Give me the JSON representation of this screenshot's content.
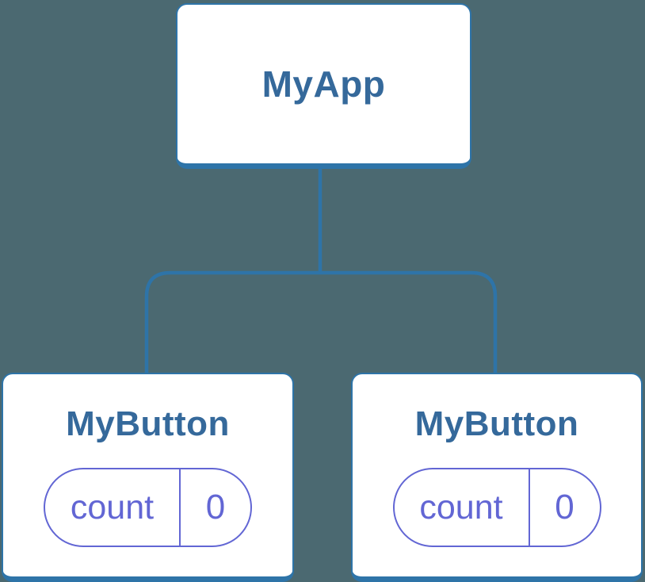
{
  "colors": {
    "background": "#4b6971",
    "connector": "#2e74a8",
    "node_border": "#2e74a8",
    "node_fill": "#ffffff",
    "node_label": "#35699b",
    "state_accent": "#6266d4"
  },
  "tree": {
    "root": {
      "label": "MyApp"
    },
    "children": [
      {
        "label": "MyButton",
        "state": {
          "key": "count",
          "value": "0"
        }
      },
      {
        "label": "MyButton",
        "state": {
          "key": "count",
          "value": "0"
        }
      }
    ]
  }
}
